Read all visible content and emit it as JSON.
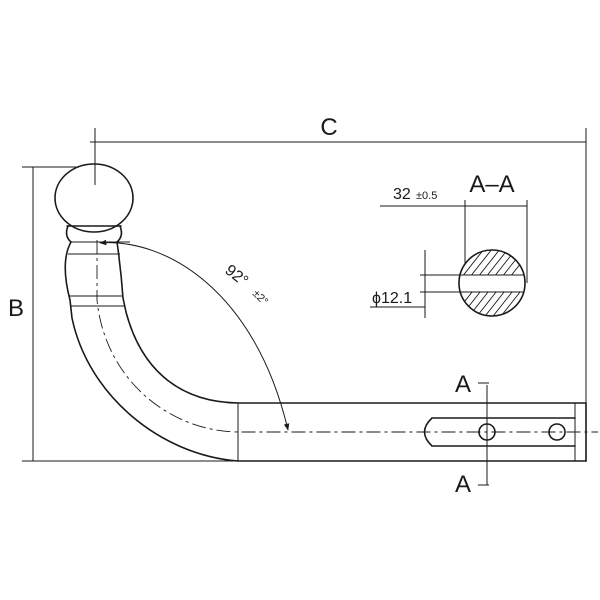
{
  "labels": {
    "dim_c": "C",
    "dim_b": "B",
    "angle_main": "92°",
    "angle_tol": "±2°",
    "section_title": "A–A",
    "width_main": "32",
    "width_tol": "±0.5",
    "diameter": "ϕ12.1",
    "section_mark_top": "A",
    "section_mark_bottom": "A"
  }
}
